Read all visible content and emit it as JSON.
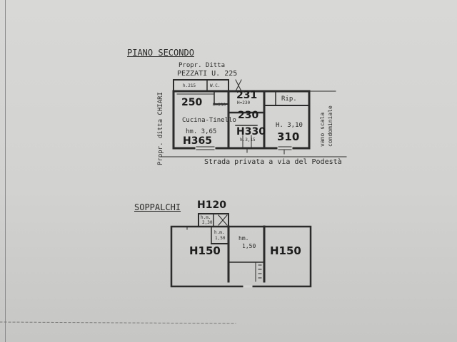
{
  "floor_title": "PIANO SECONDO",
  "owner_top_line1": "Propr. Ditta",
  "owner_top_line2": "PEZZATI U. 225",
  "owner_left": "Propr. ditta CHIARI",
  "right_label_line1": "vano scala",
  "right_label_line2": "condominiale",
  "street_label": "Strada privata a via del Podestà",
  "rooms": {
    "kitchen_name": "Cucina-Tinello",
    "kitchen_height": "hm. 3,65",
    "kitchen_h_hand": "H365",
    "kitchen_num": "250",
    "room_231": "231",
    "room_230": "230",
    "h_small": "H330",
    "h_230_a": "H=230",
    "h_230_b": "H=230",
    "h_215": "h.215",
    "wc": "W.C.",
    "rip": "Rip.",
    "right_height": "H. 3,10",
    "right_h_hand": "310",
    "small_h": "h.3,15"
  },
  "soppalchi_title": "SOPPALCHI",
  "soppalchi_h_top": "H120",
  "soppalchi_rooms": {
    "left_h": "H150",
    "right_h": "H150",
    "mid_label": "hm.",
    "mid_value": "1,50",
    "small_label": "h.m.",
    "small_value": "1,50",
    "tiny_label": "h.m.",
    "tiny_value": "2,30"
  }
}
